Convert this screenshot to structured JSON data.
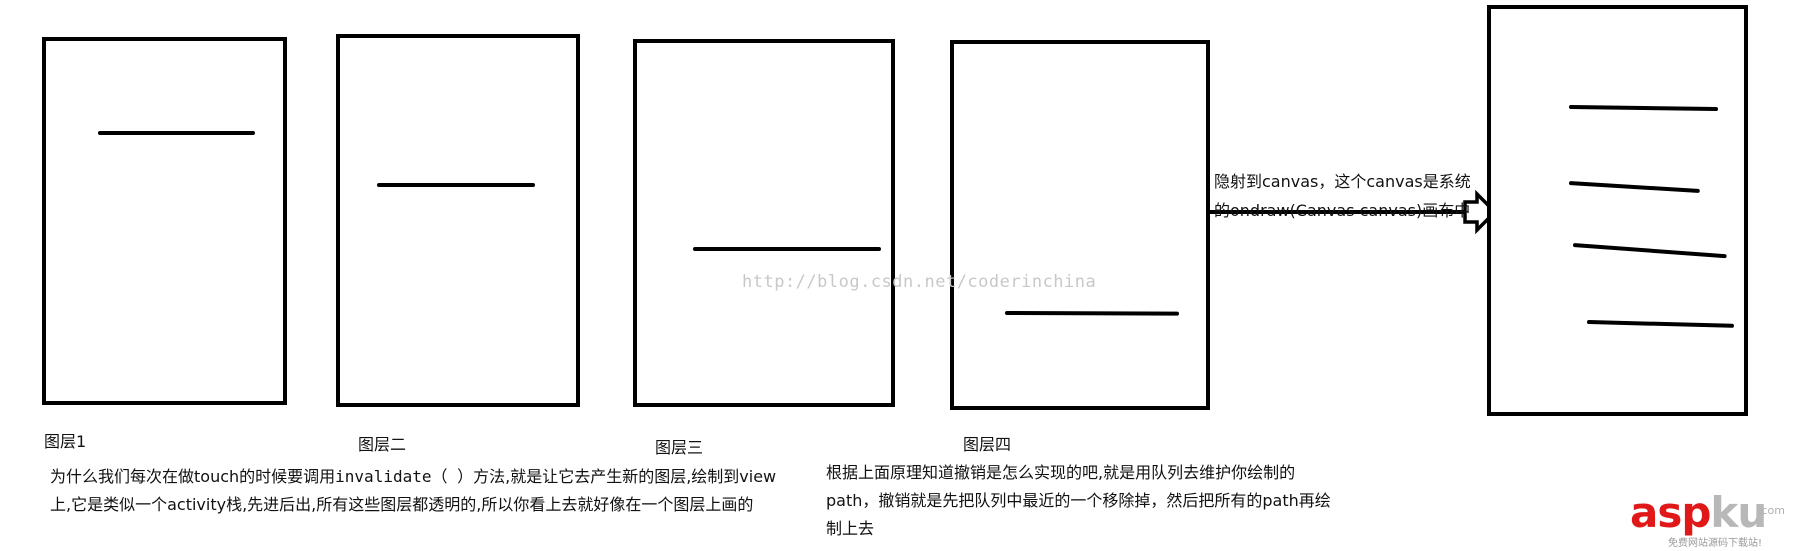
{
  "layers": [
    {
      "label": "图层1"
    },
    {
      "label": "图层二"
    },
    {
      "label": "图层三"
    },
    {
      "label": "图层四"
    }
  ],
  "arrow_text": [
    "隐射到canvas，这个canvas是系统",
    "的ondraw(Canvas canvas)画布中"
  ],
  "watermark": "http://blog.csdn.net/coderinchina",
  "left_text": {
    "line1_prefix": "为什么我们每次在做touch的时候要调用",
    "line1_code": "invalidate（ ）",
    "line1_suffix": "方法,就是让它去产生新的图层,绘制到view",
    "line2": "上,它是类似一个activity栈,先进后出,所有这些图层都透明的,所以你看上去就好像在一个图层上画的"
  },
  "right_text": [
    "根据上面原理知道撤销是怎么实现的吧,就是用队列去维护你绘制的",
    "path，撤销就是先把队列中最近的一个移除掉，然后把所有的path再绘",
    "制上去"
  ],
  "logo": {
    "main": "asp",
    "ku": "ku",
    "com": ".com",
    "sub": "免费网站源码下载站!"
  }
}
